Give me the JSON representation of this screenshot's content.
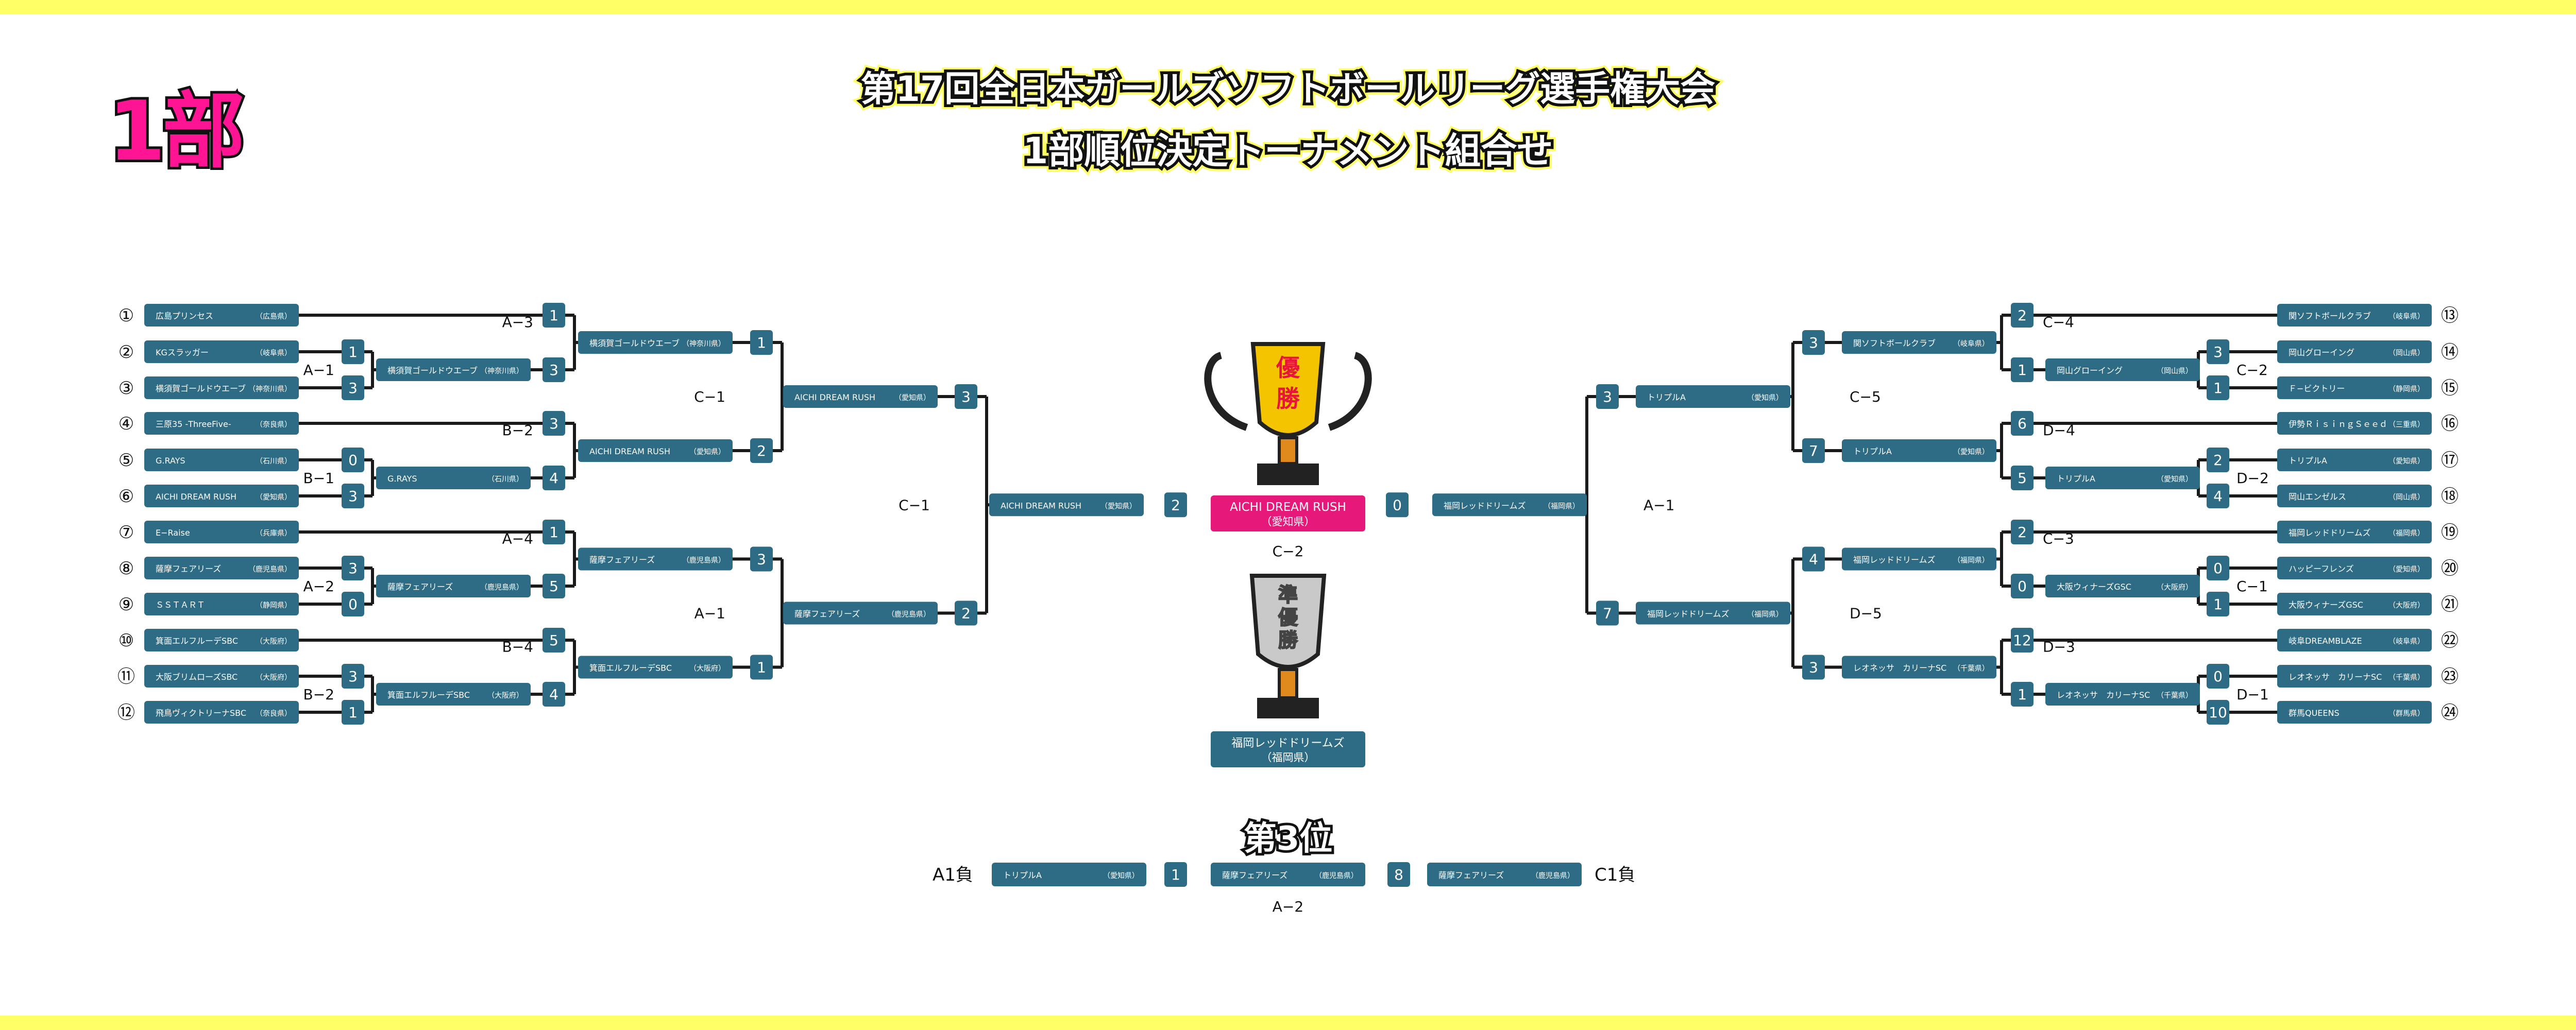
{
  "header": {
    "division": "1部",
    "title_line1": "第17回全日本ガールズソフトボールリーグ選手権大会",
    "title_line2": "1部順位決定トーナメント組合せ"
  },
  "champion": {
    "trophy_label": "優勝",
    "team": "AICHI DREAM RUSH",
    "pref": "（愛知県）",
    "match": "C−2"
  },
  "runner_up": {
    "trophy_label": "準優勝",
    "team": "福岡レッドドリームズ",
    "pref": "（福岡県）"
  },
  "third_place": {
    "title": "第3位",
    "left_label": "A1負",
    "right_label": "C1負",
    "left": {
      "name": "トリプルA",
      "pref": "（愛知県）",
      "score": "1"
    },
    "right": {
      "name": "薩摩フェアリーズ",
      "pref": "（鹿児島県）",
      "score": "8"
    },
    "winner": {
      "name": "薩摩フェアリーズ",
      "pref": "（鹿児島県）"
    },
    "match": "A−2"
  },
  "left": {
    "r1": [
      {
        "seed": "①",
        "name": "広島プリンセス",
        "pref": "（広島県）"
      },
      {
        "seed": "②",
        "name": "KGスラッガー",
        "pref": "（岐阜県）"
      },
      {
        "seed": "③",
        "name": "横須賀ゴールドウエーブ",
        "pref": "（神奈川県）"
      },
      {
        "seed": "④",
        "name": "三原35 -ThreeFive-",
        "pref": "（奈良県）"
      },
      {
        "seed": "⑤",
        "name": "G.RAYS",
        "pref": "（石川県）"
      },
      {
        "seed": "⑥",
        "name": "AICHI DREAM RUSH",
        "pref": "（愛知県）"
      },
      {
        "seed": "⑦",
        "name": "E−Raise",
        "pref": "（兵庫県）"
      },
      {
        "seed": "⑧",
        "name": "薩摩フェアリーズ",
        "pref": "（鹿児島県）"
      },
      {
        "seed": "⑨",
        "name": "ＳＳＴＡＲＴ",
        "pref": "（静岡県）"
      },
      {
        "seed": "⑩",
        "name": "箕面エルフルーデSBC",
        "pref": "（大阪府）"
      },
      {
        "seed": "⑪",
        "name": "大阪ブリムローズSBC",
        "pref": "（大阪府）"
      },
      {
        "seed": "⑫",
        "name": "飛鳥ヴィクトリーナSBC",
        "pref": "（奈良県）"
      }
    ],
    "r1_winners": [
      {
        "name": "横須賀ゴールドウエーブ",
        "pref": "（神奈川県）",
        "match": "A−1",
        "top": "1",
        "bot": "3"
      },
      {
        "name": "G.RAYS",
        "pref": "（石川県）",
        "match": "B−1",
        "top": "0",
        "bot": "3"
      },
      {
        "name": "薩摩フェアリーズ",
        "pref": "（鹿児島県）",
        "match": "A−2",
        "top": "3",
        "bot": "0"
      },
      {
        "name": "箕面エルフルーデSBC",
        "pref": "（大阪府）",
        "match": "B−2",
        "top": "3",
        "bot": "1"
      }
    ],
    "r2_scores": [
      {
        "top": "1",
        "bot": "3",
        "match": "A−3"
      },
      {
        "top": "3",
        "bot": "4",
        "match": "B−2"
      },
      {
        "top": "1",
        "bot": "5",
        "match": "A−4"
      },
      {
        "top": "5",
        "bot": "4",
        "match": "B−4"
      }
    ],
    "r2_winners": [
      {
        "name": "横須賀ゴールドウエーブ",
        "pref": "（神奈川県）"
      },
      {
        "name": "AICHI DREAM RUSH",
        "pref": "（愛知県）"
      },
      {
        "name": "薩摩フェアリーズ",
        "pref": "（鹿児島県）"
      },
      {
        "name": "箕面エルフルーデSBC",
        "pref": "（大阪府）"
      }
    ],
    "qf_scores": [
      {
        "top": "1",
        "bot": "2",
        "match": "C−1"
      },
      {
        "top": "3",
        "bot": "1",
        "match": "A−1"
      }
    ],
    "qf_winners": [
      {
        "name": "AICHI DREAM RUSH",
        "pref": "（愛知県）"
      },
      {
        "name": "薩摩フェアリーズ",
        "pref": "（鹿児島県）"
      }
    ],
    "sf": {
      "top": "3",
      "bot": "2",
      "match": "C−1"
    },
    "finalist": {
      "name": "AICHI DREAM RUSH",
      "pref": "（愛知県）",
      "score": "2"
    }
  },
  "right": {
    "r1": [
      {
        "seed": "⑬",
        "name": "関ソフトボールクラブ",
        "pref": "（岐阜県）"
      },
      {
        "seed": "⑭",
        "name": "岡山グローイング",
        "pref": "（岡山県）"
      },
      {
        "seed": "⑮",
        "name": "Ｆ−ビクトリー",
        "pref": "（静岡県）"
      },
      {
        "seed": "⑯",
        "name": "伊勢ＲｉｓｉｎｇＳｅｅｄ",
        "pref": "（三重県）"
      },
      {
        "seed": "⑰",
        "name": "トリプルA",
        "pref": "（愛知県）"
      },
      {
        "seed": "⑱",
        "name": "岡山エンゼルス",
        "pref": "（岡山県）"
      },
      {
        "seed": "⑲",
        "name": "福岡レッドドリームズ",
        "pref": "（福岡県）"
      },
      {
        "seed": "⑳",
        "name": "ハッピーフレンズ",
        "pref": "（愛知県）"
      },
      {
        "seed": "㉑",
        "name": "大阪ウィナーズGSC",
        "pref": "（大阪府）"
      },
      {
        "seed": "㉒",
        "name": "岐阜DREAMBLAZE",
        "pref": "（岐阜県）"
      },
      {
        "seed": "㉓",
        "name": "レオネッサ　カリーナSC",
        "pref": "（千葉県）"
      },
      {
        "seed": "㉔",
        "name": "群馬QUEENS",
        "pref": "（群馬県）"
      }
    ],
    "r1_winners": [
      {
        "name": "岡山グローイング",
        "pref": "（岡山県）",
        "match": "C−2",
        "top": "3",
        "bot": "1"
      },
      {
        "name": "トリプルA",
        "pref": "（愛知県）",
        "match": "D−2",
        "top": "2",
        "bot": "4"
      },
      {
        "name": "大阪ウィナーズGSC",
        "pref": "（大阪府）",
        "match": "C−1",
        "top": "0",
        "bot": "1"
      },
      {
        "name": "レオネッサ　カリーナSC",
        "pref": "（千葉県）",
        "match": "D−1",
        "top": "0",
        "bot": "10"
      }
    ],
    "r2_scores": [
      {
        "top": "2",
        "bot": "1",
        "match": "C−4"
      },
      {
        "top": "6",
        "bot": "5",
        "match": "D−4"
      },
      {
        "top": "2",
        "bot": "0",
        "match": "C−3"
      },
      {
        "top": "12",
        "bot": "1",
        "match": "D−3"
      }
    ],
    "r2_winners": [
      {
        "name": "関ソフトボールクラブ",
        "pref": "（岐阜県）"
      },
      {
        "name": "トリプルA",
        "pref": "（愛知県）"
      },
      {
        "name": "福岡レッドドリームズ",
        "pref": "（福岡県）"
      },
      {
        "name": "レオネッサ　カリーナSC",
        "pref": "（千葉県）"
      }
    ],
    "qf_scores": [
      {
        "top": "3",
        "bot": "7",
        "match": "C−5"
      },
      {
        "top": "4",
        "bot": "3",
        "match": "D−5"
      }
    ],
    "qf_winners": [
      {
        "name": "トリプルA",
        "pref": "（愛知県）"
      },
      {
        "name": "福岡レッドドリームズ",
        "pref": "（福岡県）"
      }
    ],
    "sf": {
      "top": "3",
      "bot": "7",
      "match": "A−1"
    },
    "finalist": {
      "name": "福岡レッドドリームズ",
      "pref": "（福岡県）",
      "score": "0"
    }
  }
}
